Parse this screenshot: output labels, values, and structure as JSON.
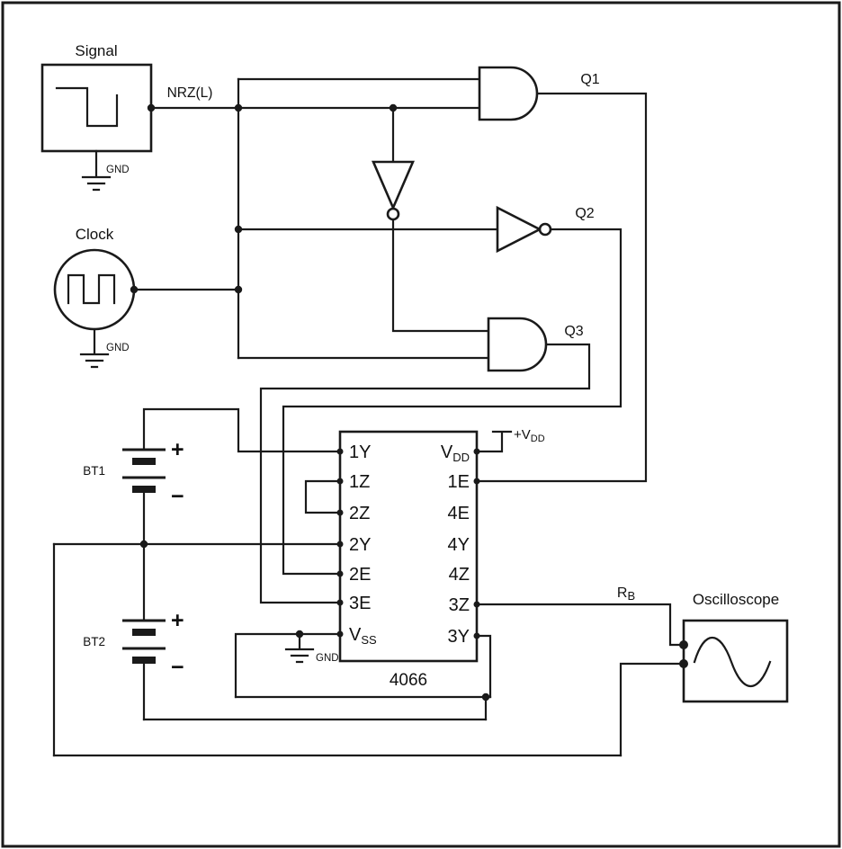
{
  "labels": {
    "signal": "Signal",
    "clock": "Clock",
    "nrz": "NRZ(L)",
    "gnd": "GND",
    "q1": "Q1",
    "q2": "Q2",
    "q3": "Q3",
    "bt1": "BT1",
    "bt2": "BT2",
    "plus": "+",
    "minus": "−",
    "vdd_power": {
      "base": "+V",
      "sub": "DD"
    },
    "rb": {
      "base": "R",
      "sub": "B"
    },
    "oscilloscope": "Oscilloscope"
  },
  "ic": {
    "name": "4066",
    "pins_left": [
      {
        "label": "1Y"
      },
      {
        "label": "1Z"
      },
      {
        "label": "2Z"
      },
      {
        "label": "2Y"
      },
      {
        "label": "2E"
      },
      {
        "label": "3E"
      },
      {
        "base": "V",
        "sub": "SS"
      }
    ],
    "pins_right": [
      {
        "base": "V",
        "sub": "DD"
      },
      {
        "label": "1E"
      },
      {
        "label": "4E"
      },
      {
        "label": "4Y"
      },
      {
        "label": "4Z"
      },
      {
        "label": "3Z"
      },
      {
        "label": "3Y"
      }
    ]
  },
  "colors": {
    "stroke": "#1a1a1a",
    "background": "#ffffff"
  }
}
